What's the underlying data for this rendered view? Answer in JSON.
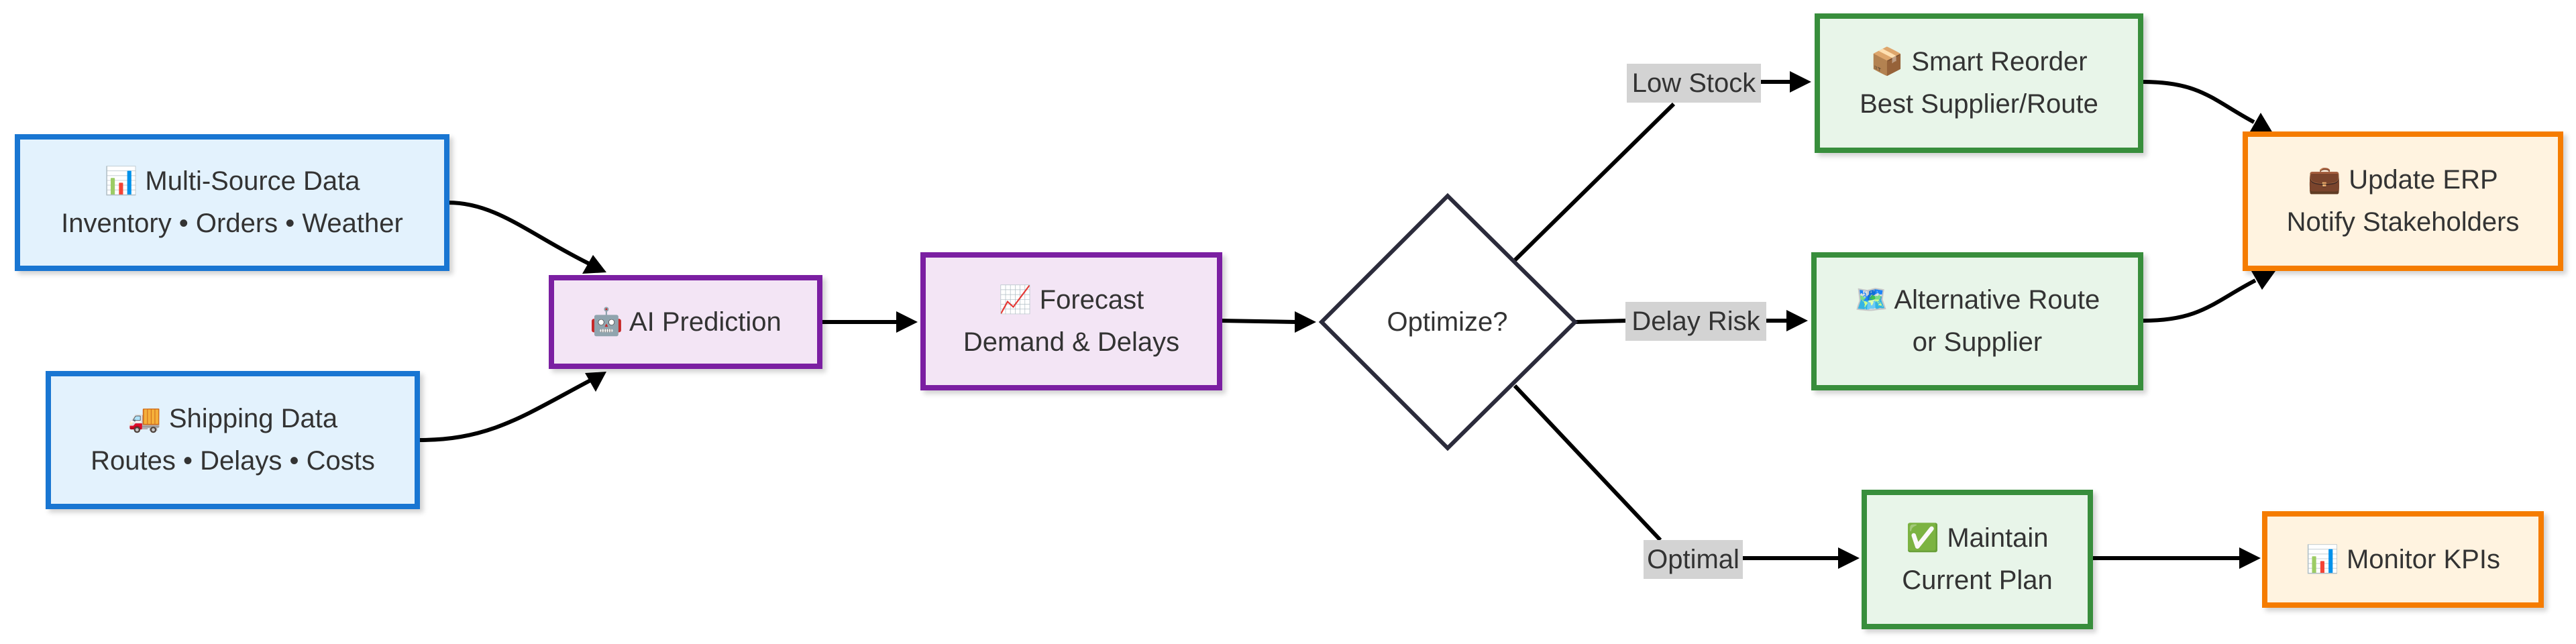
{
  "nodes": {
    "multi_source": {
      "icon": "📊",
      "title": "Multi-Source Data",
      "subtitle": "Inventory • Orders • Weather"
    },
    "shipping": {
      "icon": "🚚",
      "title": "Shipping Data",
      "subtitle": "Routes • Delays • Costs"
    },
    "ai_prediction": {
      "icon": "🤖",
      "title": "AI Prediction"
    },
    "forecast": {
      "icon": "📈",
      "title": "Forecast",
      "subtitle": "Demand & Delays"
    },
    "decision": {
      "title": "Optimize?"
    },
    "smart_reorder": {
      "icon": "📦",
      "title": "Smart Reorder",
      "subtitle": "Best Supplier/Route"
    },
    "alternative_route": {
      "icon": "🗺️",
      "title": "Alternative Route",
      "subtitle": "or Supplier"
    },
    "maintain": {
      "icon": "✅",
      "title": "Maintain",
      "subtitle": "Current Plan"
    },
    "update_erp": {
      "icon": "💼",
      "title": "Update ERP",
      "subtitle": "Notify Stakeholders"
    },
    "monitor": {
      "icon": "📊",
      "title": "Monitor KPIs"
    }
  },
  "edge_labels": {
    "low_stock": "Low Stock",
    "delay_risk": "Delay Risk",
    "optimal": "Optimal"
  },
  "colors": {
    "input_fill": "#e3f2fd",
    "input_border": "#1976d2",
    "process_fill": "#f3e5f5",
    "process_border": "#7b1fa2",
    "action_fill": "#e8f5e9",
    "action_border": "#388e3c",
    "output_fill": "#fff3e0",
    "output_border": "#f57c00",
    "edge_label_bg": "#d3d3d3"
  }
}
